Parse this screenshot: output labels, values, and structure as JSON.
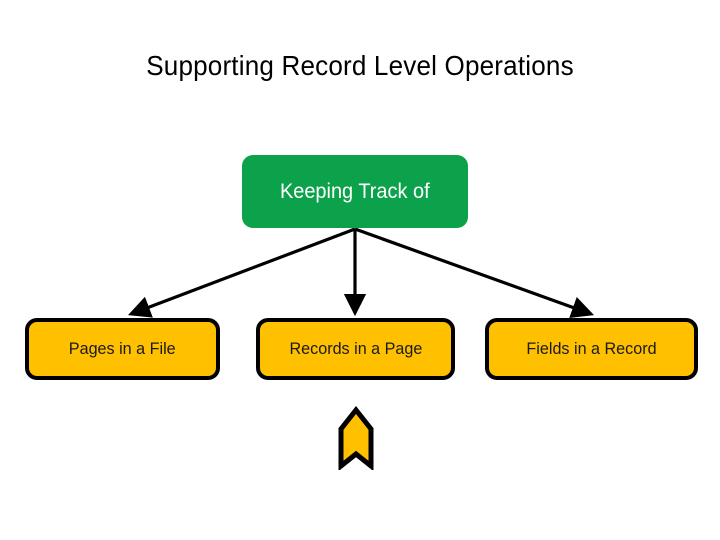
{
  "slide": {
    "title": "Supporting Record Level Operations",
    "background_color": "#FFFFFF"
  },
  "diagram": {
    "type": "hierarchy",
    "root": {
      "label": "Keeping Track of",
      "fill_color": "#0CA14B",
      "text_color": "#FFFFFF",
      "shape": "rounded-rectangle"
    },
    "children": [
      {
        "label": "Pages in a File",
        "fill_color": "#FFC000",
        "border_color": "#000000",
        "text_color": "#1A1A1A",
        "shape": "rounded-rectangle"
      },
      {
        "label": "Records in a Page",
        "fill_color": "#FFC000",
        "border_color": "#000000",
        "text_color": "#1A1A1A",
        "shape": "rounded-rectangle"
      },
      {
        "label": "Fields in a Record",
        "fill_color": "#FFC000",
        "border_color": "#000000",
        "text_color": "#1A1A1A",
        "shape": "rounded-rectangle"
      }
    ],
    "connectors": [
      {
        "name": "connector-to-pages",
        "style": "straight-arrow",
        "color": "#000000"
      },
      {
        "name": "connector-to-records",
        "style": "straight-arrow",
        "color": "#000000"
      },
      {
        "name": "connector-to-fields",
        "style": "straight-arrow",
        "color": "#000000"
      }
    ],
    "callout": {
      "name": "up-chevron-marker",
      "shape": "up-chevron-ribbon",
      "fill_color": "#FFC000",
      "border_color": "#000000",
      "points_at": "Records in a Page"
    }
  }
}
